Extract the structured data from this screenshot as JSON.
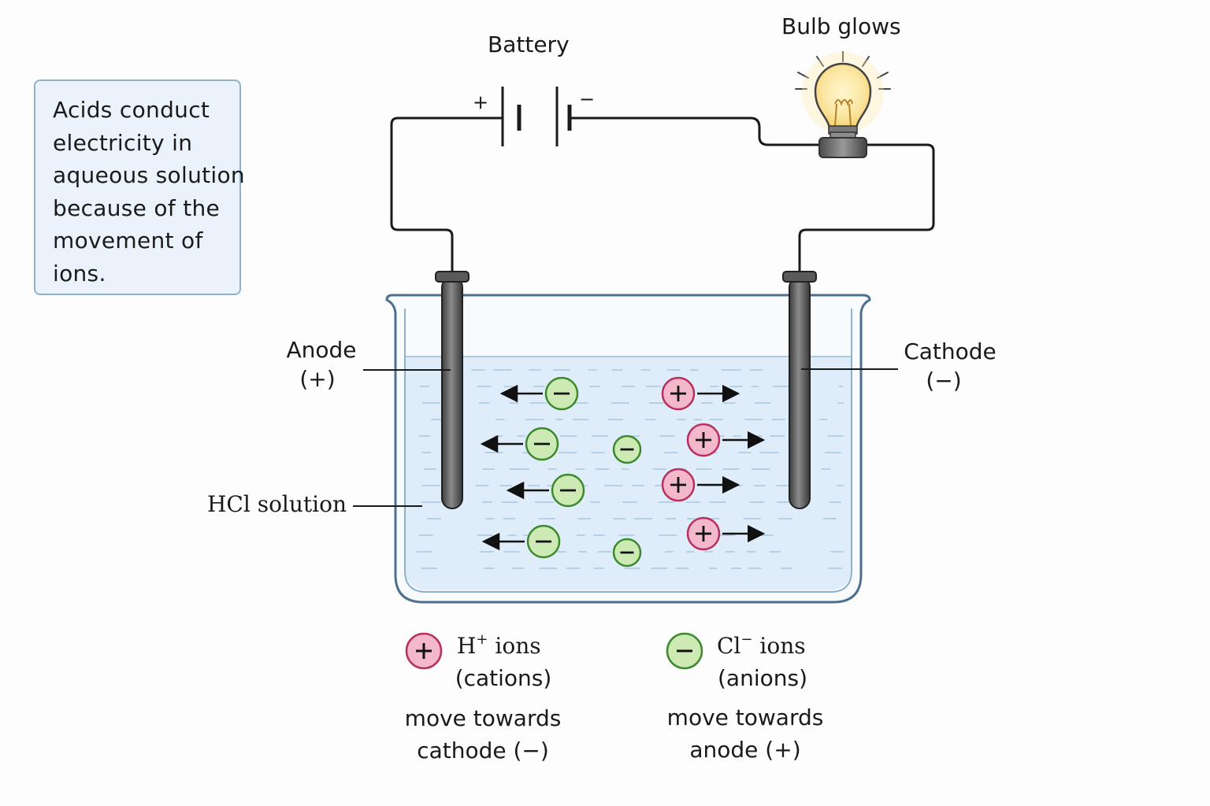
{
  "note": {
    "lines": [
      "Acids conduct",
      "electricity in",
      "aqueous solution",
      "because of the",
      "movement of",
      "ions."
    ]
  },
  "battery": {
    "label": "Battery",
    "plus_sign": "+",
    "minus_sign": "−"
  },
  "bulb": {
    "label": "Bulb glows"
  },
  "anode": {
    "label": "Anode",
    "sign": "(+)"
  },
  "cathode": {
    "label": "Cathode",
    "sign": "(−)"
  },
  "solution": {
    "label": "HCl solution"
  },
  "ions": {
    "cation_symbol": "+",
    "anion_symbol": "−"
  },
  "legend": {
    "cation": {
      "element": "H",
      "charge": "+",
      "word": "ions",
      "kind": "(cations)",
      "move_line1": "move towards",
      "move_line2": "cathode (−)"
    },
    "anion": {
      "element": "Cl",
      "charge": "−",
      "word": "ions",
      "kind": "(anions)",
      "move_line1": "move towards",
      "move_line2": "anode (+)"
    }
  },
  "colors": {
    "cation_fill": "#f3b8cb",
    "cation_stroke": "#b8305e",
    "anion_fill": "#cde9b4",
    "anion_stroke": "#3d8a2e",
    "solution": "#d6e8f7",
    "note_bg": "#eaf3fb",
    "bulb_glow": "#f9d77a"
  }
}
